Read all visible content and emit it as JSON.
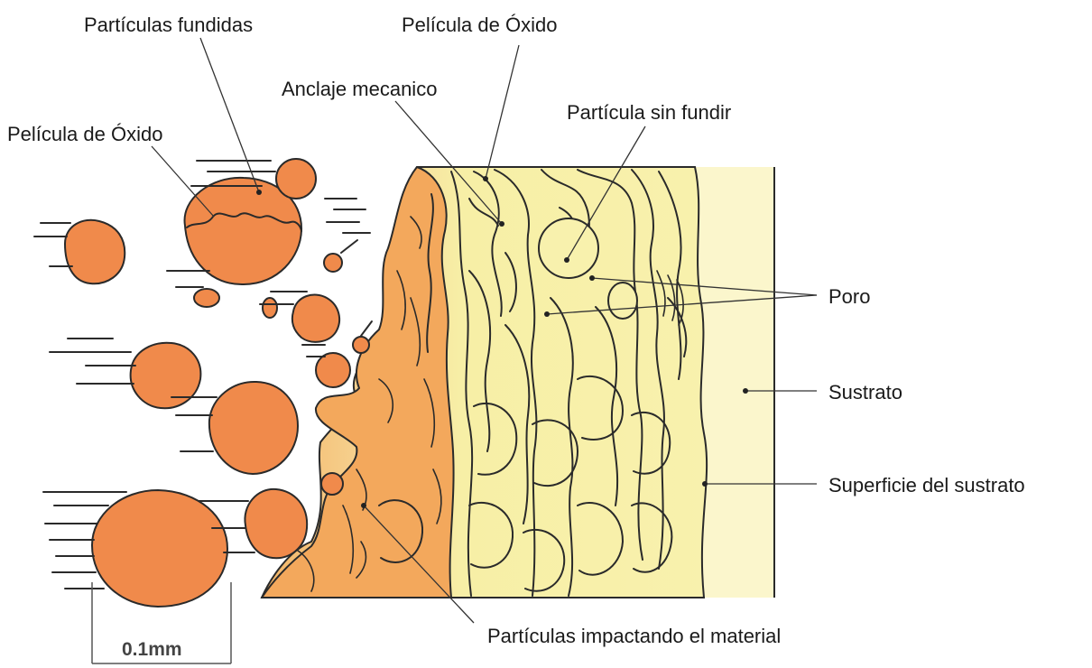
{
  "diagram": {
    "labels": {
      "melted_particles": "Partículas fundidas",
      "oxide_film_top": "Película de Óxido",
      "oxide_film_left": "Película de Óxido",
      "mechanical_anchor": "Anclaje mecanico",
      "unmelted_particle": "Partícula sin fundir",
      "pore": "Poro",
      "substrate": "Sustrato",
      "substrate_surface": "Superficie del sustrato",
      "impacting_particles": "Partículas impactando el material"
    },
    "scale_bar": {
      "label": "0.1mm"
    },
    "colors": {
      "particle": "#f08a4b",
      "impact_zone": "#f3a85c",
      "coating": "#f7f0a8",
      "substrate": "#fbf6cc",
      "outline": "#2a2a2a"
    }
  }
}
